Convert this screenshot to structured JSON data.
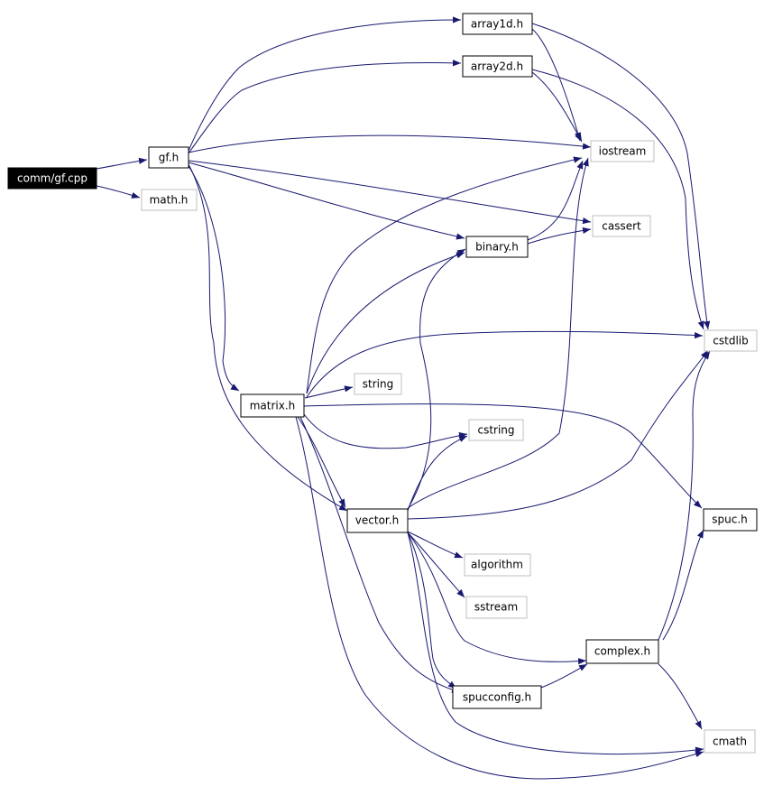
{
  "graph": {
    "colors": {
      "edge": "#191970",
      "root_fill": "#000000",
      "node_border": "#000000",
      "external_border": "#bfbfbf"
    },
    "nodes": {
      "root": {
        "label": "comm/gf.cpp",
        "kind": "root"
      },
      "gf": {
        "label": "gf.h",
        "kind": "header"
      },
      "math": {
        "label": "math.h",
        "kind": "external"
      },
      "array1d": {
        "label": "array1d.h",
        "kind": "header"
      },
      "array2d": {
        "label": "array2d.h",
        "kind": "header"
      },
      "iostream": {
        "label": "iostream",
        "kind": "external"
      },
      "cassert": {
        "label": "cassert",
        "kind": "external"
      },
      "binary": {
        "label": "binary.h",
        "kind": "header"
      },
      "cstdlib": {
        "label": "cstdlib",
        "kind": "external"
      },
      "string": {
        "label": "string",
        "kind": "external"
      },
      "matrix": {
        "label": "matrix.h",
        "kind": "header"
      },
      "cstring": {
        "label": "cstring",
        "kind": "external"
      },
      "vector": {
        "label": "vector.h",
        "kind": "header"
      },
      "spuc": {
        "label": "spuc.h",
        "kind": "header"
      },
      "algorithm": {
        "label": "algorithm",
        "kind": "external"
      },
      "sstream": {
        "label": "sstream",
        "kind": "external"
      },
      "complex": {
        "label": "complex.h",
        "kind": "header"
      },
      "spucconfig": {
        "label": "spucconfig.h",
        "kind": "header"
      },
      "cmath": {
        "label": "cmath",
        "kind": "external"
      }
    },
    "edges": [
      [
        "root",
        "gf"
      ],
      [
        "root",
        "math"
      ],
      [
        "gf",
        "array1d"
      ],
      [
        "gf",
        "array2d"
      ],
      [
        "gf",
        "iostream"
      ],
      [
        "gf",
        "cassert"
      ],
      [
        "gf",
        "binary"
      ],
      [
        "gf",
        "matrix"
      ],
      [
        "gf",
        "vector"
      ],
      [
        "array1d",
        "iostream"
      ],
      [
        "array1d",
        "cstdlib"
      ],
      [
        "array2d",
        "iostream"
      ],
      [
        "array2d",
        "cstdlib"
      ],
      [
        "binary",
        "iostream"
      ],
      [
        "binary",
        "cassert"
      ],
      [
        "matrix",
        "iostream"
      ],
      [
        "matrix",
        "binary"
      ],
      [
        "matrix",
        "cstdlib"
      ],
      [
        "matrix",
        "string"
      ],
      [
        "matrix",
        "cstring"
      ],
      [
        "matrix",
        "vector"
      ],
      [
        "matrix",
        "spuc"
      ],
      [
        "matrix",
        "spucconfig"
      ],
      [
        "matrix",
        "cmath"
      ],
      [
        "vector",
        "binary"
      ],
      [
        "vector",
        "iostream"
      ],
      [
        "vector",
        "cstdlib"
      ],
      [
        "vector",
        "cstring"
      ],
      [
        "vector",
        "algorithm"
      ],
      [
        "vector",
        "sstream"
      ],
      [
        "vector",
        "complex"
      ],
      [
        "vector",
        "spucconfig"
      ],
      [
        "vector",
        "cmath"
      ],
      [
        "complex",
        "spuc"
      ],
      [
        "complex",
        "cstdlib"
      ],
      [
        "complex",
        "cmath"
      ],
      [
        "spucconfig",
        "complex"
      ]
    ]
  }
}
